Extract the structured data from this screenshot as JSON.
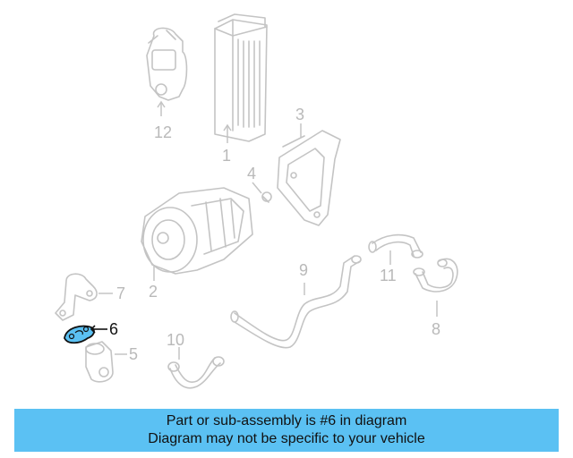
{
  "diagram": {
    "callouts": {
      "c1": "1",
      "c2": "2",
      "c3": "3",
      "c4": "4",
      "c5": "5",
      "c6": "6",
      "c7": "7",
      "c8": "8",
      "c9": "9",
      "c10": "10",
      "c11": "11",
      "c12": "12"
    },
    "highlighted_part": "6",
    "highlight_color": "#5bc1f3",
    "line_color": "#c4c4c4"
  },
  "banner": {
    "line1": "Part or sub-assembly is #6 in diagram",
    "line2": "Diagram may not be specific to your vehicle",
    "background": "#5bc1f3"
  }
}
